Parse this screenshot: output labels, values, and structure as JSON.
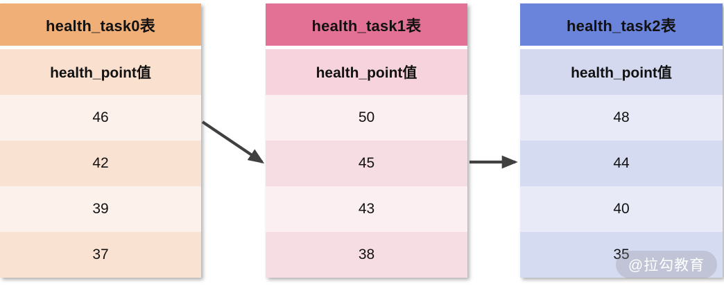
{
  "diagram": {
    "type": "table-flow",
    "direction": "left-to-right",
    "tables": [
      {
        "title": "health_task0表",
        "column_header": "health_point值",
        "values": [
          "46",
          "42",
          "39",
          "37"
        ],
        "header_color": "#EFAF77",
        "subheader_color": "#FAE0CE",
        "row_color_odd": "#FDF1EC",
        "row_color_even": "#FAE2D3"
      },
      {
        "title": "health_task1表",
        "column_header": "health_point值",
        "values": [
          "50",
          "45",
          "43",
          "38"
        ],
        "header_color": "#E37195",
        "subheader_color": "#F7D3DD",
        "row_color_odd": "#FCEFF2",
        "row_color_even": "#F6DCE3"
      },
      {
        "title": "health_task2表",
        "column_header": "health_point值",
        "values": [
          "48",
          "44",
          "40",
          "35"
        ],
        "header_color": "#6B84DB",
        "subheader_color": "#D4D9F0",
        "row_color_odd": "#E8EBF7",
        "row_color_even": "#D5DBF0"
      }
    ],
    "connectors": [
      {
        "name": "arrow-task0-to-task1",
        "style": "diagonal",
        "color": "#404040"
      },
      {
        "name": "arrow-task1-to-task2",
        "style": "horizontal",
        "color": "#404040"
      }
    ]
  },
  "watermark": {
    "text": "@拉勾教育",
    "color": "#ffffff"
  }
}
